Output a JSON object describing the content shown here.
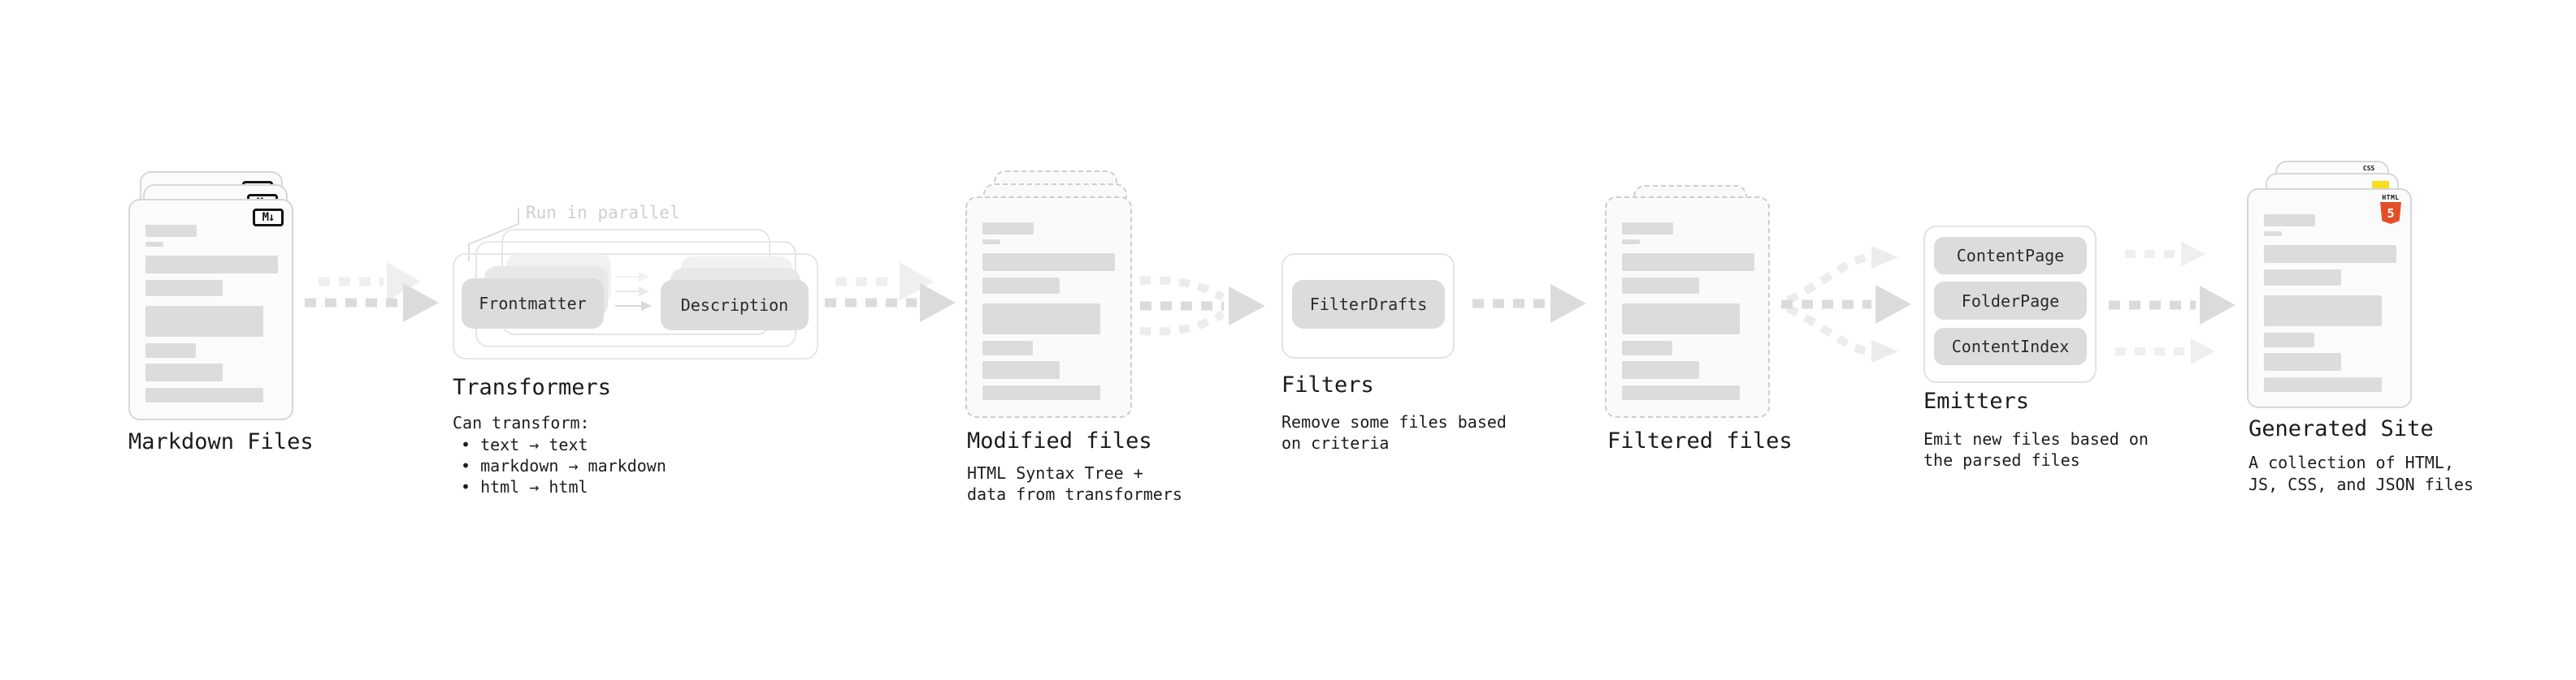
{
  "colors": {
    "html5_orange": "#E34F26",
    "js_yellow": "#F7DF1E",
    "css_blue": "#2965F1"
  },
  "stages": {
    "markdown": {
      "title": "Markdown Files",
      "icon_label": "M↓"
    },
    "transformers": {
      "title": "Transformers",
      "parallel_label": "Run in parallel",
      "boxes": [
        "Frontmatter",
        "Description"
      ],
      "note_heading": "Can transform:",
      "bullets": [
        "• text → text",
        "• markdown → markdown",
        "• html → html"
      ]
    },
    "modified": {
      "title": "Modified files",
      "subtitle_lines": [
        "HTML Syntax Tree +",
        "data from transformers"
      ]
    },
    "filters": {
      "title": "Filters",
      "box": "FilterDrafts",
      "subtitle_lines": [
        "Remove some files based",
        "on criteria"
      ]
    },
    "filtered": {
      "title": "Filtered files"
    },
    "emitters": {
      "title": "Emitters",
      "boxes": [
        "ContentPage",
        "FolderPage",
        "ContentIndex"
      ],
      "subtitle_lines": [
        "Emit new files based on",
        "the parsed files"
      ]
    },
    "generated": {
      "title": "Generated Site",
      "subtitle_lines": [
        "A collection of HTML,",
        "JS, CSS, and JSON files"
      ],
      "css_badge": "CSS",
      "html_badge_word": "HTML",
      "html_badge_number": "5"
    }
  }
}
